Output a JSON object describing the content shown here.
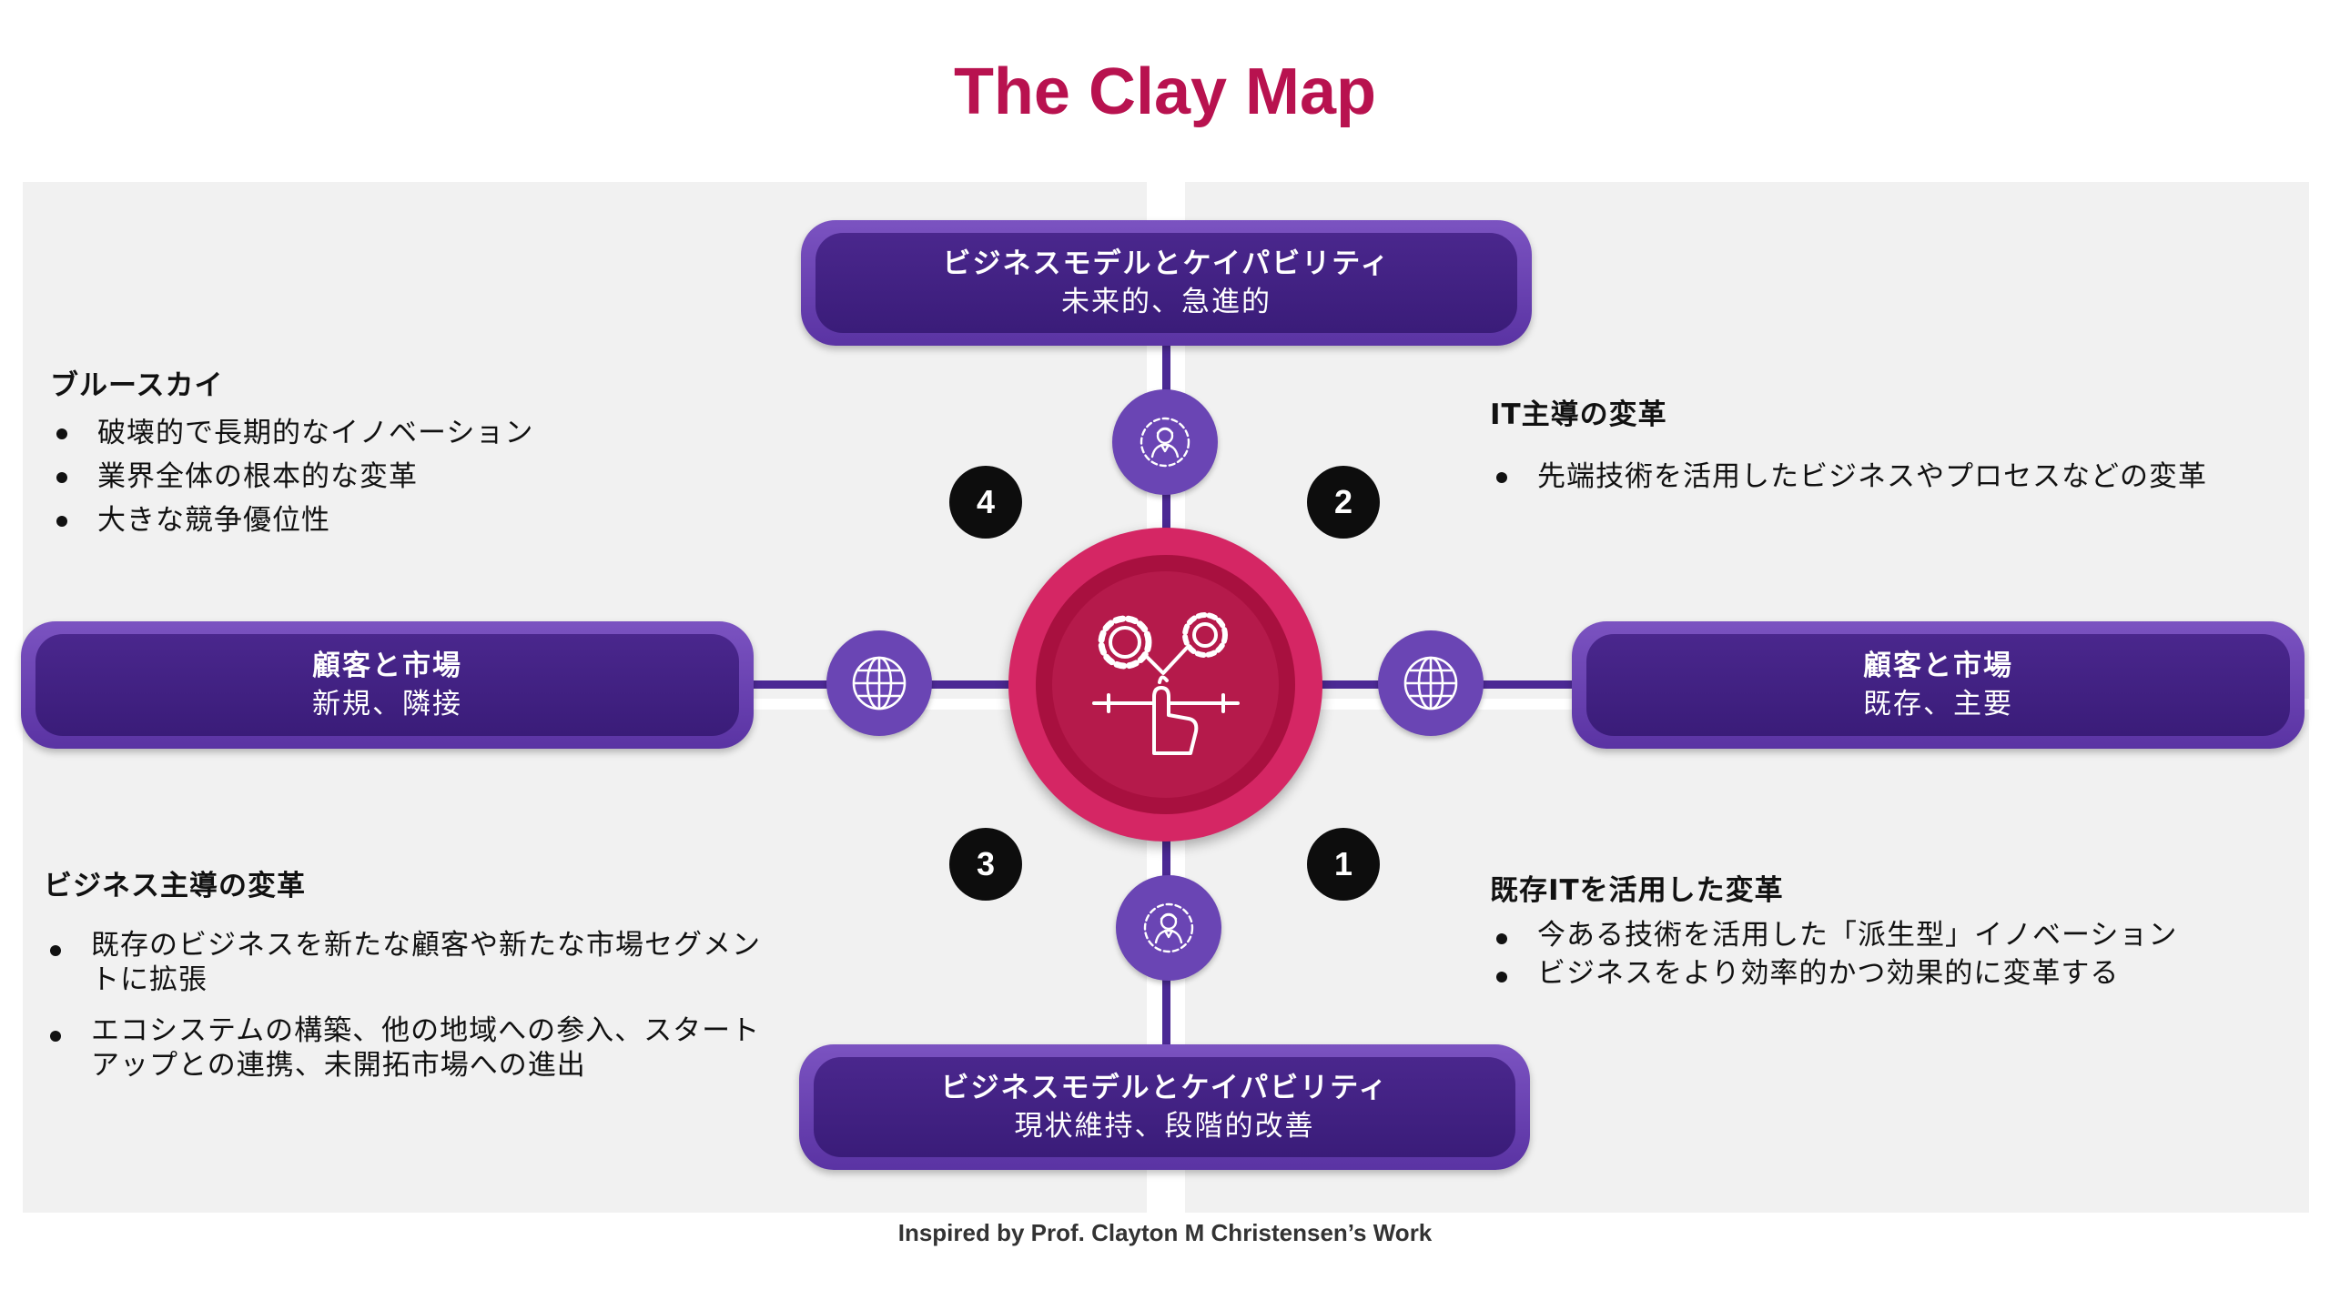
{
  "title": "The Clay Map",
  "footer": "Inspired by Prof. Clayton M Christensen’s Work",
  "pills": {
    "top": {
      "line1": "ビジネスモデルとケイパビリティ",
      "line2": "未来的、急進的"
    },
    "bottom": {
      "line1": "ビジネスモデルとケイパビリティ",
      "line2": "現状維持、段階的改善"
    },
    "left": {
      "line1": "顧客と市場",
      "line2": "新規、隣接"
    },
    "right": {
      "line1": "顧客と市場",
      "line2": "既存、主要"
    }
  },
  "numbers": {
    "q1": "1",
    "q2": "2",
    "q3": "3",
    "q4": "4"
  },
  "quadrants": {
    "top_left": {
      "heading": "ブルースカイ",
      "bullets": [
        "破壊的で長期的なイノベーション",
        "業界全体の根本的な変革",
        "大きな競争優位性"
      ]
    },
    "top_right": {
      "heading": "IT主導の変革",
      "bullets": [
        "先端技術を活用したビジネスやプロセスなどの変革"
      ]
    },
    "bottom_left": {
      "heading": "ビジネス主導の変革",
      "bullets": [
        "既存のビジネスを新たな顧客や新たな市場セグメントに拡張",
        "エコシステムの構築、他の地域への参入、スタートアップとの連携、未開拓市場への進出"
      ]
    },
    "bottom_right": {
      "heading": "既存ITを活用した変革",
      "bullets": [
        "今ある技術を活用した「派生型」イノベーション",
        "ビジネスをより効率的かつ効果的に変革する"
      ]
    }
  },
  "icons": {
    "top_node": "person-gear-icon",
    "bottom_node": "person-gear-icon",
    "left_node": "globe-icon",
    "right_node": "globe-icon",
    "hub": "gears-touch-icon"
  },
  "colors": {
    "title": "#b8124f",
    "purple": "#4b2994",
    "hub": "#d52664"
  }
}
